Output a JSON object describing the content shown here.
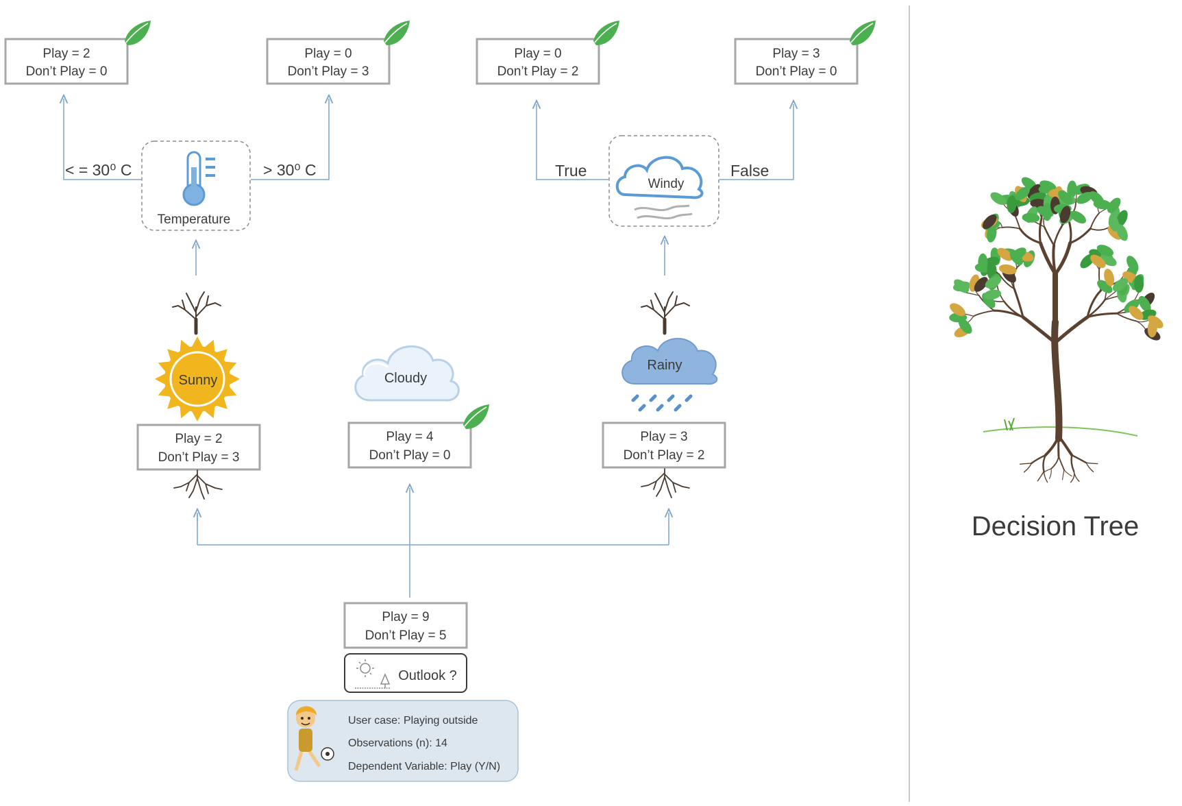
{
  "title": "Decision Tree",
  "colors": {
    "connector": "#7ea6cc",
    "box_border": "#a6a6a6",
    "leaf": "#4caf50",
    "sun": "#f1b51e",
    "cloud": "#eaf3fb",
    "rain_cloud": "#8fb4dd",
    "usercase_bg": "#dce7ef"
  },
  "root": {
    "play": "Play = 9",
    "dont": "Don’t Play = 5",
    "question": "Outlook ?"
  },
  "user_case": {
    "case": "User case: Playing outside",
    "observations": "Observations (n): 14",
    "dependent": "Dependent Variable: Play (Y/N)"
  },
  "outlook": {
    "sunny": {
      "label": "Sunny",
      "play": "Play = 2",
      "dont": "Don’t Play = 3"
    },
    "cloudy": {
      "label": "Cloudy",
      "play": "Play = 4",
      "dont": "Don’t Play = 0"
    },
    "rainy": {
      "label": "Rainy",
      "play": "Play = 3",
      "dont": "Don’t Play = 2"
    }
  },
  "temperature": {
    "label": "Temperature",
    "left_branch": "< = 30⁰ C",
    "right_branch": "> 30⁰ C",
    "left_leaf": {
      "play": "Play = 2",
      "dont": "Don’t Play = 0"
    },
    "right_leaf": {
      "play": "Play = 0",
      "dont": "Don’t Play = 3"
    }
  },
  "windy": {
    "label": "Windy",
    "left_branch": "True",
    "right_branch": "False",
    "left_leaf": {
      "play": "Play = 0",
      "dont": "Don’t Play = 2"
    },
    "right_leaf": {
      "play": "Play = 3",
      "dont": "Don’t Play = 0"
    }
  },
  "icons": [
    "leaf-icon",
    "thermometer-icon",
    "cloud-icon",
    "sun-icon",
    "rain-cloud-icon",
    "bare-tree-icon",
    "roots-icon",
    "boy-football-icon",
    "weather-small-icon",
    "decision-tree-illustration"
  ]
}
